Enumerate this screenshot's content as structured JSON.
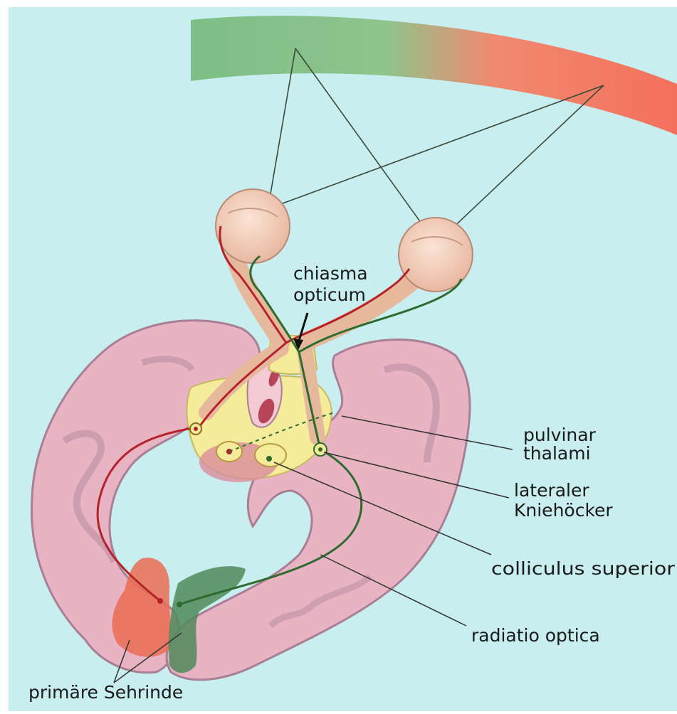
{
  "labels": {
    "chiasma_line1": "chiasma",
    "chiasma_line2": "opticum",
    "pulvinar_line1": "pulvinar",
    "pulvinar_line2": "thalami",
    "lateral_line1": "lateraler",
    "lateral_line2": "Kniehöcker",
    "colliculus": "colliculus superior",
    "radiatio": "radiatio optica",
    "primaere": "primäre Sehrinde"
  },
  "colors": {
    "background": "#c8eef0",
    "visual_field_left": "#7dbf86",
    "visual_field_right": "#f47a62",
    "brain_tissue": "#e8b3c2",
    "brain_outline": "#a87f93",
    "pathway_red": "#b5222a",
    "pathway_green": "#2e6b2e",
    "nucleus_yellow": "#f4ec9a"
  }
}
